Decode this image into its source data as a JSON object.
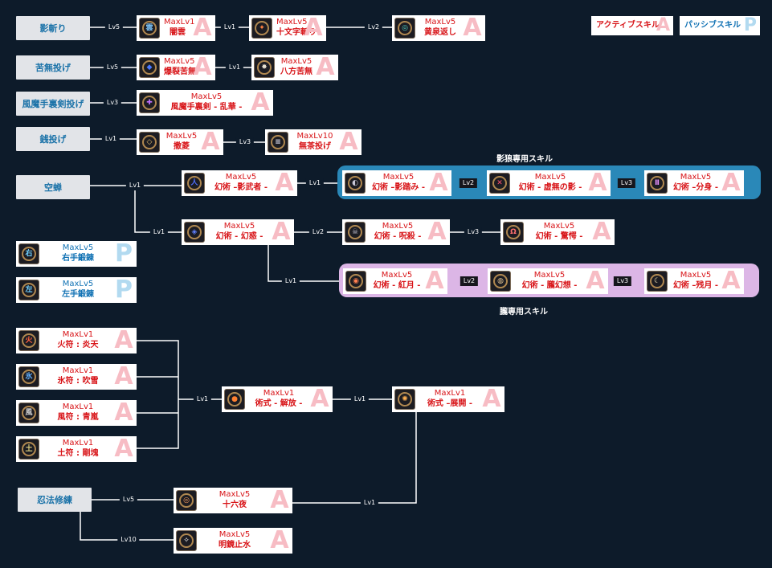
{
  "legend": {
    "active": "アクティブスキル",
    "active_badge": "A",
    "passive": "パッシブスキル",
    "passive_badge": "P"
  },
  "panels": {
    "shadow_wolf": "影狼専用スキル",
    "oboro": "朧専用スキル"
  },
  "roots": {
    "kage": "影斬り",
    "kunai": "苦無投げ",
    "fuuma": "風魔手裏剣投げ",
    "zeni": "銭投げ",
    "kuusen": "空蝉",
    "ninpou": "忍法修練"
  },
  "skills": {
    "yamigumo": {
      "max": "MaxLv1",
      "name": "闇雲",
      "badge": "A",
      "glyph": "雲"
    },
    "juumonji": {
      "max": "MaxLv5",
      "name": "十文字斬り",
      "badge": "A",
      "glyph": "✦"
    },
    "kousen": {
      "max": "MaxLv5",
      "name": "黄泉返し",
      "badge": "A",
      "glyph": "◎"
    },
    "bakuretsu": {
      "max": "MaxLv5",
      "name": "爆裂苦無",
      "badge": "A",
      "glyph": "◆"
    },
    "happou": {
      "max": "MaxLv5",
      "name": "八方苦無",
      "badge": "A",
      "glyph": "✸"
    },
    "ranka": {
      "max": "MaxLv5",
      "name": "風魔手裏剣 - 乱華 -",
      "badge": "A",
      "glyph": "✚"
    },
    "makibishi": {
      "max": "MaxLv5",
      "name": "撒菱",
      "badge": "A",
      "glyph": "◇"
    },
    "mucha": {
      "max": "MaxLv10",
      "name": "無茶投げ",
      "badge": "A",
      "glyph": "≡"
    },
    "kagemusha": {
      "max": "MaxLv5",
      "name": "幻術 –影武者 -",
      "badge": "A",
      "glyph": "人"
    },
    "kagefumi": {
      "max": "MaxLv5",
      "name": "幻術 –影踏み -",
      "badge": "A",
      "glyph": "◐"
    },
    "kyomu": {
      "max": "MaxLv5",
      "name": "幻術 - 虚無の影 -",
      "badge": "A",
      "glyph": "✕"
    },
    "bunshin": {
      "max": "MaxLv5",
      "name": "幻術 –分身 -",
      "badge": "A",
      "glyph": "Ⅱ"
    },
    "genwaku": {
      "max": "MaxLv5",
      "name": "幻術 - 幻惑 -",
      "badge": "A",
      "glyph": "◈"
    },
    "jusatsu": {
      "max": "MaxLv5",
      "name": "幻術 - 呪殺 -",
      "badge": "A",
      "glyph": "☠"
    },
    "kyougaku": {
      "max": "MaxLv5",
      "name": "幻術 - 驚愕 -",
      "badge": "A",
      "glyph": "Ω"
    },
    "kougetsu": {
      "max": "MaxLv5",
      "name": "幻術 - 紅月 -",
      "badge": "A",
      "glyph": "◉"
    },
    "rougensou": {
      "max": "MaxLv5",
      "name": "幻術 - 朧幻想 -",
      "badge": "A",
      "glyph": "◍"
    },
    "zangetsu": {
      "max": "MaxLv5",
      "name": "幻術 –残月 -",
      "badge": "A",
      "glyph": "☾"
    },
    "migite": {
      "max": "MaxLv5",
      "name": "右手鍛錬",
      "badge": "P",
      "glyph": "右"
    },
    "hidarite": {
      "max": "MaxLv5",
      "name": "左手鍛錬",
      "badge": "P",
      "glyph": "左"
    },
    "enten": {
      "max": "MaxLv1",
      "name": "火符 : 炎天",
      "badge": "A",
      "glyph": "火"
    },
    "suisetsu": {
      "max": "MaxLv1",
      "name": "氷符 : 吹雪",
      "badge": "A",
      "glyph": "氷"
    },
    "seiran": {
      "max": "MaxLv1",
      "name": "風符 : 青嵐",
      "badge": "A",
      "glyph": "風"
    },
    "goukon": {
      "max": "MaxLv1",
      "name": "土符 : 剛塊",
      "badge": "A",
      "glyph": "土"
    },
    "kaihou": {
      "max": "MaxLv1",
      "name": "術式 - 解放 -",
      "badge": "A",
      "glyph": "●"
    },
    "tenkai": {
      "max": "MaxLv1",
      "name": "術式 –展開 -",
      "badge": "A",
      "glyph": "✺"
    },
    "izayoi": {
      "max": "MaxLv5",
      "name": "十六夜",
      "badge": "A",
      "glyph": "◎"
    },
    "meikyou": {
      "max": "MaxLv5",
      "name": "明鏡止水",
      "badge": "A",
      "glyph": "✧"
    }
  },
  "levels": {
    "l01": "Lv5",
    "l02": "Lv1",
    "l03": "Lv2",
    "l04": "Lv5",
    "l05": "Lv1",
    "l06": "Lv3",
    "l07": "Lv1",
    "l08": "Lv3",
    "l09": "Lv1",
    "l10": "Lv1",
    "l11": "Lv2",
    "l12": "Lv3",
    "l13": "Lv1",
    "l14": "Lv2",
    "l15": "Lv3",
    "l16": "Lv1",
    "l17": "Lv2",
    "l18": "Lv3",
    "l19": "Lv1",
    "l20": "Lv1",
    "l21": "Lv5",
    "l22": "Lv1",
    "l23": "Lv10"
  },
  "colors": {
    "background": "#0d1b2a",
    "active_text": "#d81418",
    "passive_text": "#1172b4",
    "root_text": "#1a72a8",
    "panel_blue": "#2a88b8",
    "panel_purple": "#dcb6e6"
  }
}
